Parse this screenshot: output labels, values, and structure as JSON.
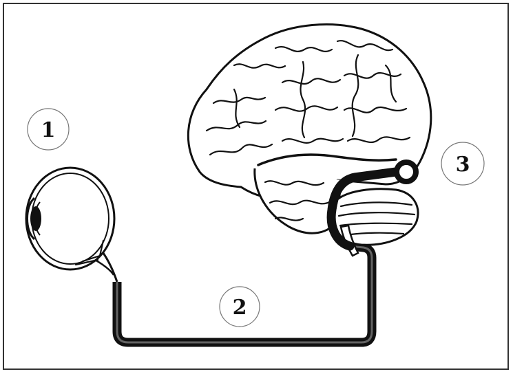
{
  "diagram": {
    "labels": [
      {
        "id": "eye",
        "text": "1"
      },
      {
        "id": "optic-nerve",
        "text": "2"
      },
      {
        "id": "visual-cortex",
        "text": "3"
      }
    ]
  }
}
